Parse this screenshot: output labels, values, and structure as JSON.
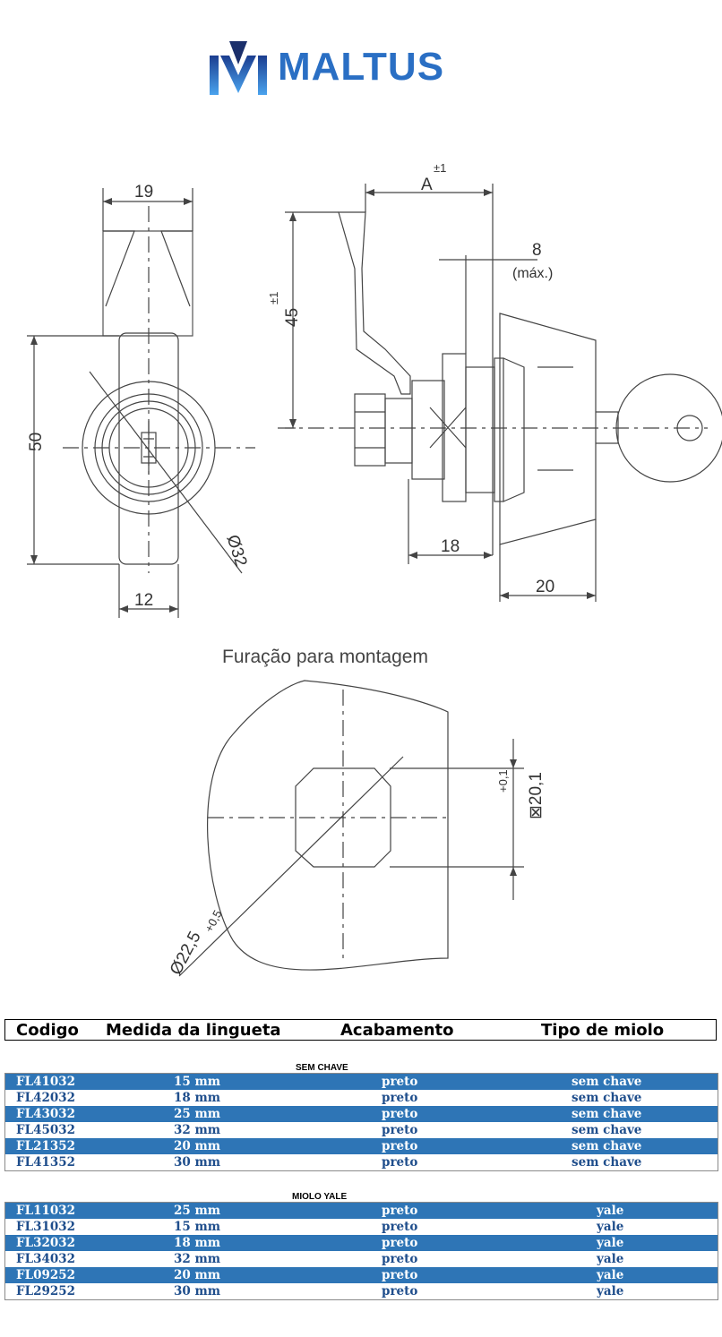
{
  "brand": {
    "name": "MALTUS"
  },
  "drawing": {
    "front_view": {
      "width_top": "19",
      "height": "50",
      "diameter": "Ø32",
      "width_bottom": "12"
    },
    "side_view": {
      "length_a": "A",
      "length_a_tol": "±1",
      "height": "45",
      "height_tol": "±1",
      "max_label": "8",
      "max_note": "(máx.)",
      "length_18": "18",
      "length_20": "20"
    },
    "mounting": {
      "title": "Furação para montagem",
      "square": "⊠20,1",
      "square_tol": "+0,1",
      "diameter": "Ø22,5",
      "diameter_tol": "+0,5"
    }
  },
  "table": {
    "headers": [
      "Codigo",
      "Medida da lingueta",
      "Acabamento",
      "Tipo de miolo"
    ],
    "groups": [
      {
        "title": "SEM CHAVE",
        "rows": [
          [
            "FL41032",
            "15 mm",
            "preto",
            "sem chave"
          ],
          [
            "FL42032",
            "18 mm",
            "preto",
            "sem chave"
          ],
          [
            "FL43032",
            "25 mm",
            "preto",
            "sem chave"
          ],
          [
            "FL45032",
            "32 mm",
            "preto",
            "sem chave"
          ],
          [
            "FL21352",
            "20 mm",
            "preto",
            "sem chave"
          ],
          [
            "FL41352",
            "30 mm",
            "preto",
            "sem chave"
          ]
        ]
      },
      {
        "title": "MIOLO YALE",
        "rows": [
          [
            "FL11032",
            "25 mm",
            "preto",
            "yale"
          ],
          [
            "FL31032",
            "15 mm",
            "preto",
            "yale"
          ],
          [
            "FL32032",
            "18 mm",
            "preto",
            "yale"
          ],
          [
            "FL34032",
            "32 mm",
            "preto",
            "yale"
          ],
          [
            "FL09252",
            "20 mm",
            "preto",
            "yale"
          ],
          [
            "FL29252",
            "30 mm",
            "preto",
            "yale"
          ]
        ]
      }
    ]
  },
  "colors": {
    "brand_blue": "#2a6fc4",
    "row_blue": "#2e75b6",
    "row_text_dark": "#1f4e8c"
  }
}
